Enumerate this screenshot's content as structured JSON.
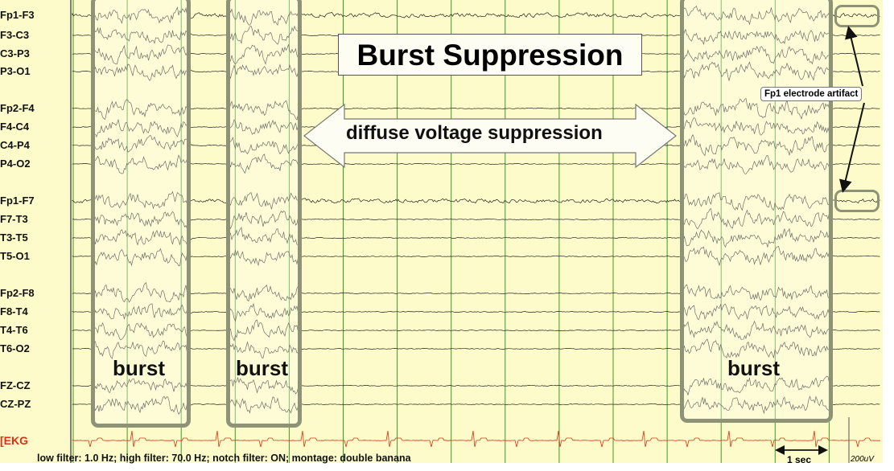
{
  "title": "Burst Suppression",
  "suppression_label": "diffuse voltage suppression",
  "artifact_label": "Fp1 electrode artifact",
  "burst_labels": [
    "burst",
    "burst",
    "burst"
  ],
  "channels": [
    "Fp1-F3",
    "F3-C3",
    "C3-P3",
    "P3-O1",
    "Fp2-F4",
    "F4-C4",
    "C4-P4",
    "P4-O2",
    "Fp1-F7",
    "F7-T3",
    "T3-T5",
    "T5-O1",
    "Fp2-F8",
    "F8-T4",
    "T4-T6",
    "T6-O2",
    "FZ-CZ",
    "CZ-PZ"
  ],
  "ekg_label": "[EKG",
  "filters_text": "low filter: 1.0 Hz; high filter: 70.0 Hz; notch filter: ON; montage: double banana",
  "time_scale": "1 sec",
  "amplitude_scale": "200uV",
  "colors": {
    "background": "#fdfbc9",
    "gridline": "#3a9a2a",
    "ekg": "#e03010",
    "box": "#8e9377"
  }
}
